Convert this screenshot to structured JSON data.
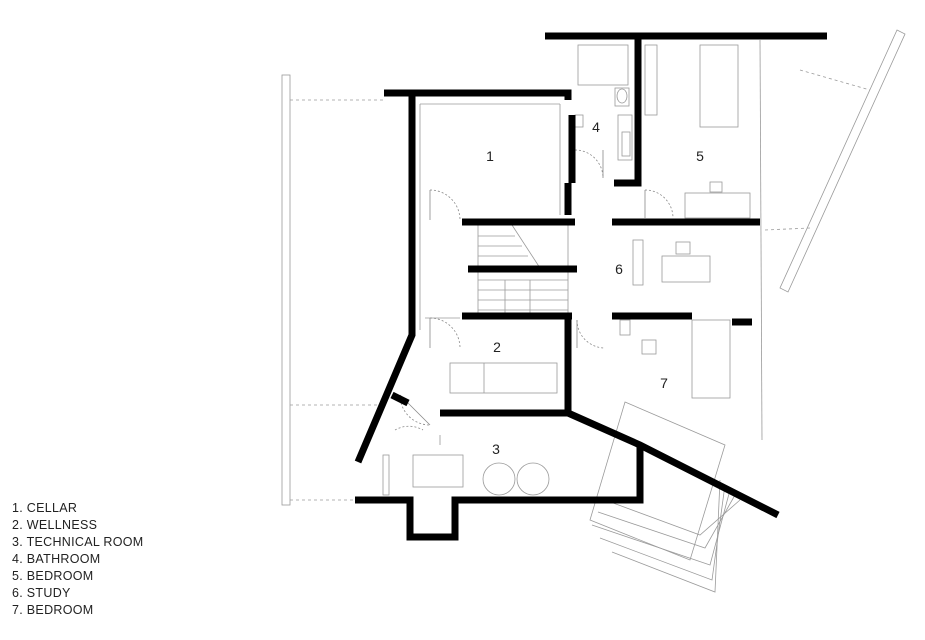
{
  "rooms": [
    {
      "num": "1"
    },
    {
      "num": "2"
    },
    {
      "num": "3"
    },
    {
      "num": "4"
    },
    {
      "num": "5"
    },
    {
      "num": "6"
    },
    {
      "num": "7"
    }
  ],
  "legend": [
    "1. CELLAR",
    "2. WELLNESS",
    "3. TECHNICAL ROOM",
    "4. BATHROOM",
    "5. BEDROOM",
    "6. STUDY",
    "7. BEDROOM"
  ]
}
